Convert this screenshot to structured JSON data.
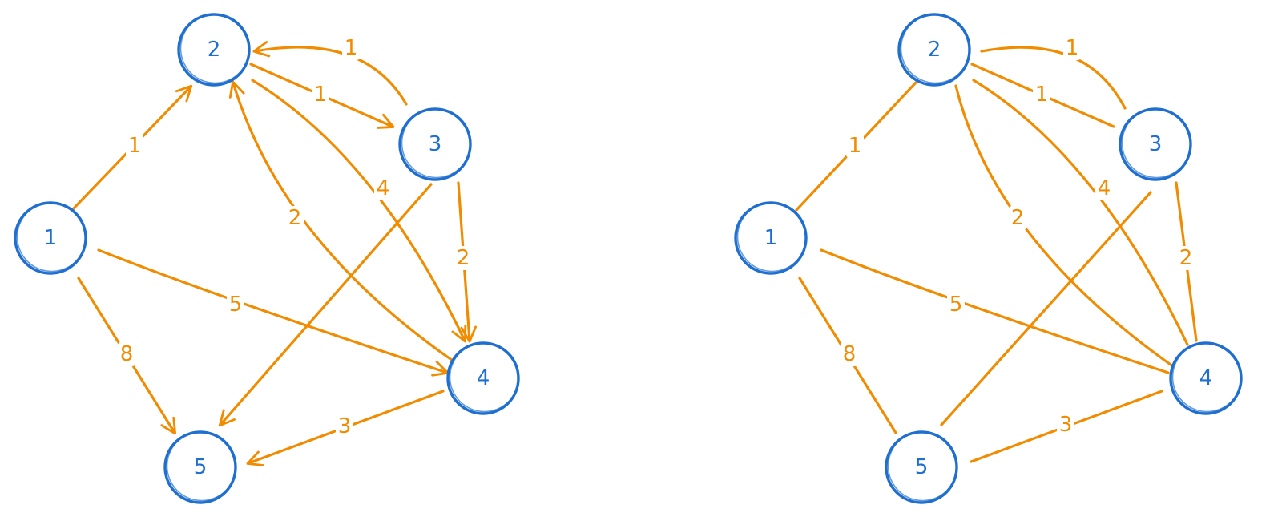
{
  "colors": {
    "node": "#1f6fd1",
    "edge": "#f18c00",
    "background": "#ffffff"
  },
  "graphs": [
    {
      "id": "directed",
      "directed": true,
      "nodes": [
        {
          "id": "1",
          "label": "1"
        },
        {
          "id": "2",
          "label": "2"
        },
        {
          "id": "3",
          "label": "3"
        },
        {
          "id": "4",
          "label": "4"
        },
        {
          "id": "5",
          "label": "5"
        }
      ],
      "edges": [
        {
          "from": "1",
          "to": "2",
          "weight": "1"
        },
        {
          "from": "3",
          "to": "2",
          "weight": "1"
        },
        {
          "from": "2",
          "to": "3",
          "weight": "1"
        },
        {
          "from": "2",
          "to": "4",
          "weight": "4"
        },
        {
          "from": "4",
          "to": "2",
          "weight": "2"
        },
        {
          "from": "3",
          "to": "4",
          "weight": "2"
        },
        {
          "from": "3",
          "to": "5",
          "weight": ""
        },
        {
          "from": "1",
          "to": "4",
          "weight": "5"
        },
        {
          "from": "1",
          "to": "5",
          "weight": "8"
        },
        {
          "from": "4",
          "to": "5",
          "weight": "3"
        }
      ]
    },
    {
      "id": "undirected",
      "directed": false,
      "nodes": [
        {
          "id": "1",
          "label": "1"
        },
        {
          "id": "2",
          "label": "2"
        },
        {
          "id": "3",
          "label": "3"
        },
        {
          "id": "4",
          "label": "4"
        },
        {
          "id": "5",
          "label": "5"
        }
      ],
      "edges": [
        {
          "from": "1",
          "to": "2",
          "weight": "1"
        },
        {
          "from": "2",
          "to": "3",
          "weight": "1"
        },
        {
          "from": "2",
          "to": "3",
          "weight": "1"
        },
        {
          "from": "2",
          "to": "4",
          "weight": "4"
        },
        {
          "from": "2",
          "to": "4",
          "weight": "2"
        },
        {
          "from": "3",
          "to": "4",
          "weight": "2"
        },
        {
          "from": "3",
          "to": "5",
          "weight": ""
        },
        {
          "from": "1",
          "to": "4",
          "weight": "5"
        },
        {
          "from": "1",
          "to": "5",
          "weight": "8"
        },
        {
          "from": "4",
          "to": "5",
          "weight": "3"
        }
      ]
    }
  ]
}
